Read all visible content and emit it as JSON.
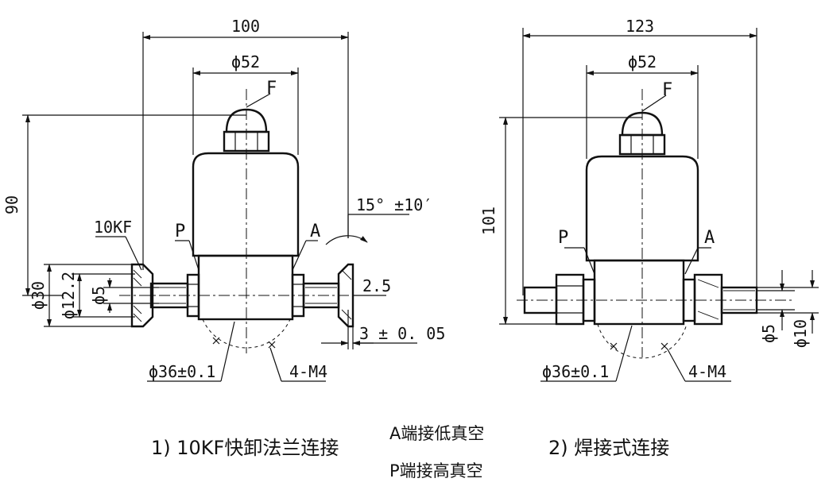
{
  "left_view": {
    "width_overall": "100",
    "body_diameter": "ϕ52",
    "fixing_label": "F",
    "height_overall": "90",
    "flange_label": "10KF",
    "port_p": "P",
    "port_a": "A",
    "angle": "15° ±10′",
    "flange_d": "ϕ30",
    "inner_d": "ϕ12.2",
    "bore_d": "ϕ5",
    "gap": "2.5",
    "thickness": "3 ± 0. 05",
    "bolt_circle": "ϕ36±0.1",
    "thread": "4-M4",
    "caption": "1) 10KF快卸法兰连接"
  },
  "right_view": {
    "width_overall": "123",
    "body_diameter": "ϕ52",
    "fixing_label": "F",
    "height_overall": "101",
    "port_p": "P",
    "port_a": "A",
    "bore_d": "ϕ5",
    "tube_d": "ϕ10",
    "bolt_circle": "ϕ36±0.1",
    "thread": "4-M4",
    "caption": "2) 焊接式连接"
  },
  "notes": {
    "line1": "A端接低真空",
    "line2": "P端接高真空"
  }
}
